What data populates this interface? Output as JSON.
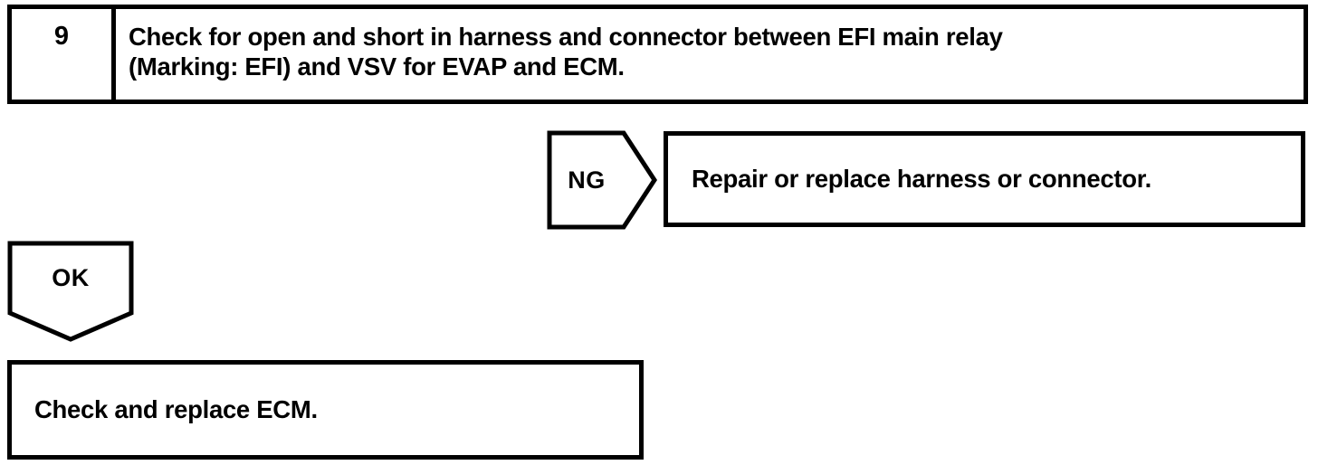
{
  "step": {
    "number": "9",
    "instruction_lines": [
      "Check for open and short in harness and connector between EFI main relay",
      "(Marking: EFI) and VSV for EVAP and ECM."
    ]
  },
  "ng_branch": {
    "label": "NG",
    "action": "Repair or replace harness or connector."
  },
  "ok_branch": {
    "label": "OK",
    "action": "Check and replace ECM."
  },
  "colors": {
    "ink": "#000000",
    "paper": "#ffffff"
  }
}
